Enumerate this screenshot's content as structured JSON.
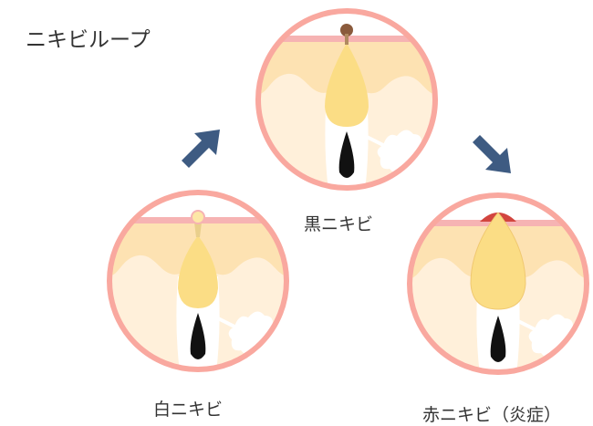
{
  "title": "ニキビループ",
  "stages": [
    {
      "id": "white",
      "label": "白ニキビ"
    },
    {
      "id": "black",
      "label": "黒ニキビ"
    },
    {
      "id": "red",
      "label": "赤ニキビ（炎症）"
    }
  ],
  "colors": {
    "ring": "#f9a89f",
    "arrow": "#3e5b82",
    "skin_upper": "#fde2b2",
    "skin_lower": "#fff0da",
    "sebum": "#fbdd85"
  }
}
